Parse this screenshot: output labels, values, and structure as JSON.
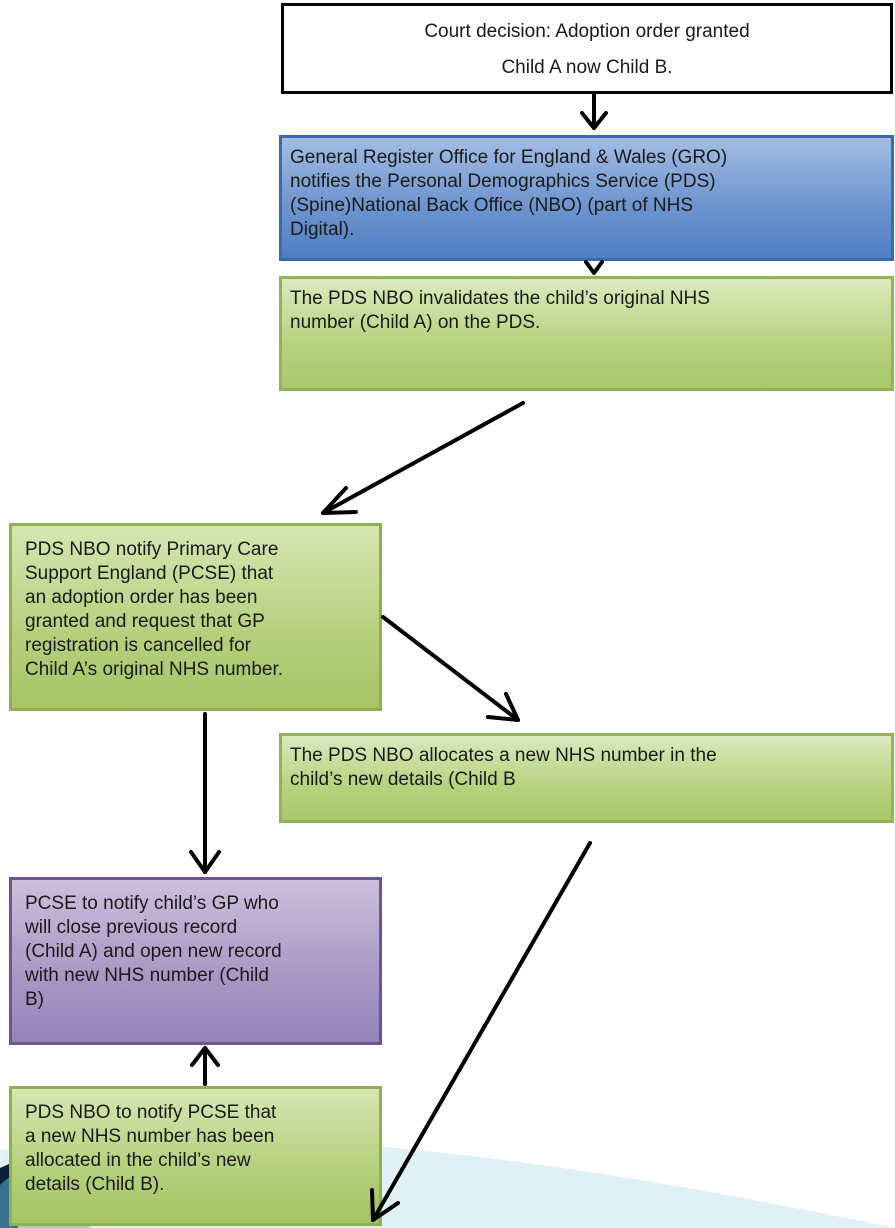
{
  "nodes": {
    "court": {
      "lines": [
        "Court decision: Adoption order granted",
        "Child A now Child B."
      ]
    },
    "gro": {
      "lines": [
        "General Register Office for England & Wales (GRO)",
        "notifies the Personal Demographics Service (PDS)",
        "(Spine)National Back Office (NBO) (part of NHS",
        "Digital)."
      ]
    },
    "invalidate": {
      "lines": [
        "The PDS NBO invalidates the child’s original NHS",
        "number (Child A) on the PDS."
      ]
    },
    "notify_pcse": {
      "lines": [
        "PDS NBO  notify Primary Care",
        "Support England (PCSE) that",
        "an adoption order has been",
        "granted and request that GP",
        "registration is cancelled for",
        "Child A’s original NHS number."
      ]
    },
    "allocate": {
      "lines": [
        "The PDS NBO allocates a new NHS number in the",
        "child’s new details (Child B"
      ]
    },
    "gp": {
      "lines": [
        "PCSE to notify child’s GP who",
        "will close previous record",
        "(Child A) and open new record",
        "with new NHS number (Child",
        "B)"
      ]
    },
    "notify_new": {
      "lines": [
        "PDS NBO to notify PCSE that",
        "a new NHS number has been",
        "allocated in the child’s new",
        "details (Child B)."
      ]
    }
  },
  "colors": {
    "blue_fill": "#6f95cf",
    "green_fill": "#b7d27f",
    "purple_fill": "#a897c4",
    "arrow": "#000000"
  }
}
